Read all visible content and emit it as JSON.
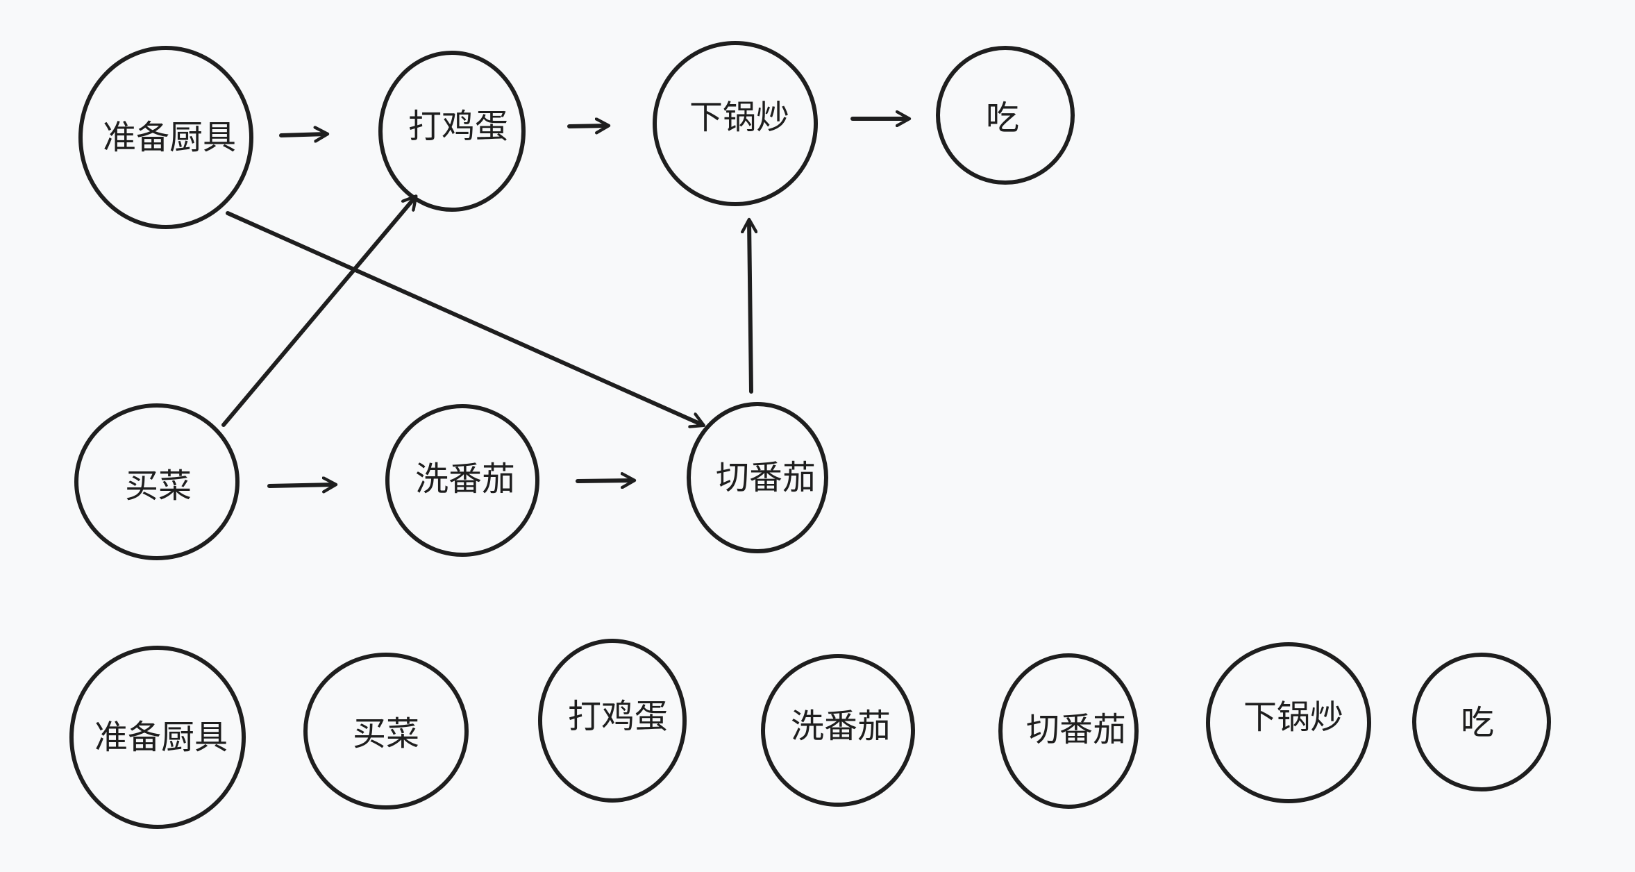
{
  "diagram": {
    "nodes": [
      {
        "id": "prep",
        "label": "准备厨具"
      },
      {
        "id": "egg",
        "label": "打鸡蛋"
      },
      {
        "id": "fry",
        "label": "下锅炒"
      },
      {
        "id": "eat",
        "label": "吃"
      },
      {
        "id": "buy",
        "label": "买菜"
      },
      {
        "id": "wash",
        "label": "洗番茄"
      },
      {
        "id": "cut",
        "label": "切番茄"
      }
    ],
    "edges": [
      {
        "from": "prep",
        "to": "egg"
      },
      {
        "from": "egg",
        "to": "fry"
      },
      {
        "from": "fry",
        "to": "eat"
      },
      {
        "from": "prep",
        "to": "cut"
      },
      {
        "from": "buy",
        "to": "egg"
      },
      {
        "from": "buy",
        "to": "wash"
      },
      {
        "from": "wash",
        "to": "cut"
      },
      {
        "from": "cut",
        "to": "fry"
      }
    ],
    "sequence": [
      "准备厨具",
      "买菜",
      "打鸡蛋",
      "洗番茄",
      "切番茄",
      "下锅炒",
      "吃"
    ]
  },
  "colors": {
    "background": "#f8f9fa",
    "stroke": "#1e1e1e"
  }
}
